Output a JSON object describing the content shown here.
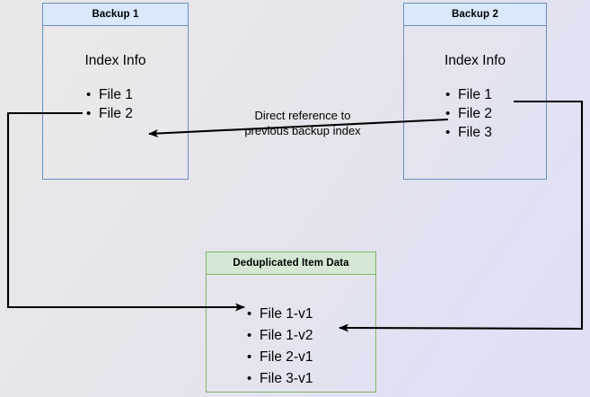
{
  "diagram": {
    "title_hidden": "Backup deduplication reference diagram",
    "background": {
      "gradient_from": "#e9e7e8",
      "gradient_to": "#dfe0f5"
    },
    "colors": {
      "blue_border": "#6c8ebf",
      "blue_header_fill": "#dae8fc",
      "green_border": "#82b366",
      "green_header_fill": "#d5e8d4",
      "wire": "#000000"
    },
    "boxes": {
      "backup1": {
        "header": "Backup 1",
        "section_label": "Index Info",
        "items": [
          "File 1",
          "File 2"
        ]
      },
      "backup2": {
        "header": "Backup 2",
        "section_label": "Index Info",
        "items": [
          "File 1",
          "File 2",
          "File 3"
        ]
      },
      "dedup": {
        "header": "Deduplicated Item Data",
        "items": [
          "File 1-v1",
          "File 1-v2",
          "File 2-v1",
          "File 3-v1"
        ]
      }
    },
    "annotations": {
      "direct_reference": "Direct reference to\nprevious backup index",
      "direct_reference_line1": "Direct reference to",
      "direct_reference_line2": "previous backup index"
    }
  }
}
